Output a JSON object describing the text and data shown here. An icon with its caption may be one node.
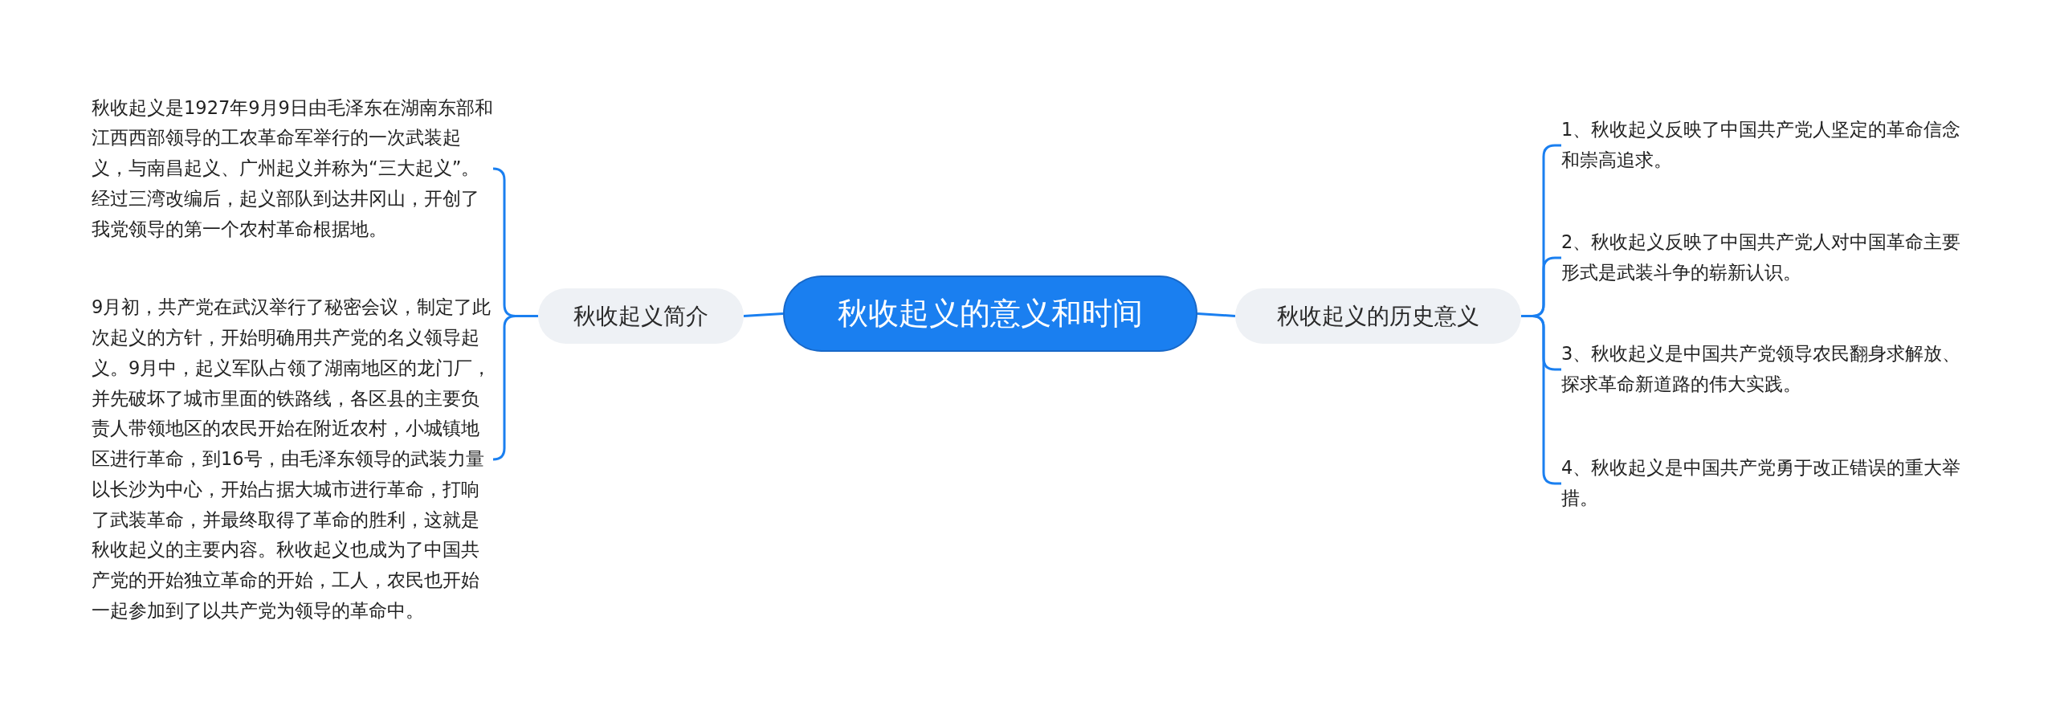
{
  "diagram": {
    "nodes": [
      {
        "text": [
          "秋收起义的意义和时间"
        ]
      },
      {
        "text": [
          "秋收起义简介"
        ]
      },
      {
        "text": [
          "秋收起义是1927年9月9日由毛泽东在湖南东部和江西西部领导的工农革命军举行的一次武装起义，与南昌起义、广州起义并称为“三大起义”。经过三湾改编后，起义部队到达井冈山，开创了我党领导的第一个农村革命根据地。"
        ]
      },
      {
        "text": [
          "9月初，共产党在武汉举行了秘密会议，制定了此次起义的方针，开始明确用共产党的名义领导起义。9月中，起义军队占领了湖南地区的龙门厂，并先破坏了城市里面的铁路线，各区县的主要负责人带领地区的农民开始在附近农村，小城镇地区进行革命，到16号，由毛泽东领导的武装力量以长沙为中心，开始占据大城市进行革命，打响了武装革命，并最终取得了革命的胜利，这就是秋收起义的主要内容。秋收起义也成为了中国共产党的开始独立革命的开始，工人，农民也开始一起参加到了以共产党为领导的革命中。"
        ]
      },
      {
        "text": [
          "秋收起义的历史意义"
        ]
      },
      {
        "text": [
          "1、秋收起义反映了中国共产党人坚定的革命信念和崇高追求。"
        ]
      },
      {
        "text": [
          "2、秋收起义反映了中国共产党人对中国革命主要形式是武装斗争的崭新认识。"
        ]
      },
      {
        "text": [
          "3、秋收起义是中国共产党领导农民翻身求解放、探求革命新道路的伟大实践。"
        ]
      },
      {
        "text": [
          "4、秋收起义是中国共产党勇于改正错误的重大举措。"
        ]
      }
    ],
    "edges": [
      {
        "from": 0,
        "to": 1,
        "arrow": "none"
      },
      {
        "from": 1,
        "to": 2,
        "arrow": "none"
      },
      {
        "from": 1,
        "to": 3,
        "arrow": "none"
      },
      {
        "from": 0,
        "to": 4,
        "arrow": "none"
      },
      {
        "from": 4,
        "to": 5,
        "arrow": "none"
      },
      {
        "from": 4,
        "to": 6,
        "arrow": "none"
      },
      {
        "from": 4,
        "to": 7,
        "arrow": "none"
      },
      {
        "from": 4,
        "to": 8,
        "arrow": "none"
      }
    ]
  }
}
